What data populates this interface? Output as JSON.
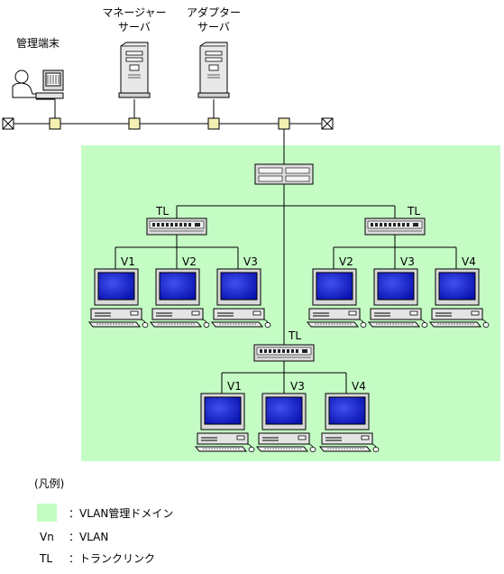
{
  "nodes": {
    "manager_terminal": "管理端末",
    "manager_server": [
      "マネージャー",
      "サーバ"
    ],
    "adapter_server": [
      "アダプター",
      "サーバ"
    ]
  },
  "trunk_label": "TL",
  "vlans": {
    "left_group": [
      "V1",
      "V2",
      "V3"
    ],
    "right_group": [
      "V2",
      "V3",
      "V4"
    ],
    "bottom_group": [
      "V1",
      "V3",
      "V4"
    ]
  },
  "legend": {
    "title": "(凡例)",
    "items": [
      {
        "key": "",
        "text": "：VLAN管理ドメイン",
        "color": "#c4fcc4"
      },
      {
        "key": "Vn",
        "text": "：VLAN"
      },
      {
        "key": "TL",
        "text": "：トランクリンク"
      }
    ]
  },
  "colors": {
    "domain": "#c4fcc4",
    "monitor_screen": "#1020d0",
    "node_box": "#f4f0b4"
  }
}
